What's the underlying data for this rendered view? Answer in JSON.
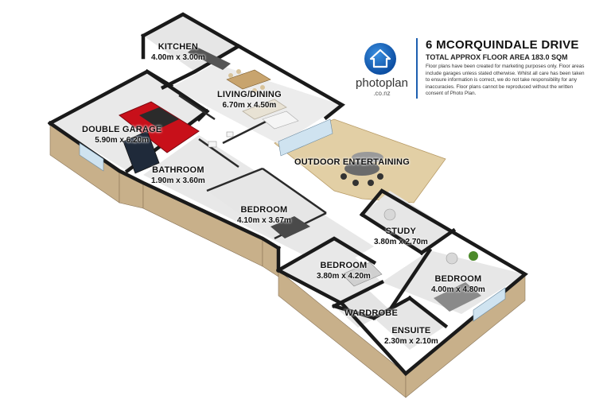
{
  "header": {
    "title": "6 MCORQUINDALE DRIVE",
    "total_area": "TOTAL APPROX FLOOR AREA 183.0 SQM",
    "disclaimer": "Floor plans have been created for marketing purposes only. Floor areas include garages unless stated otherwise. Whilst all care has been taken to ensure information is correct, we do not take responsibility for any inaccuracies. Floor plans cannot be reproduced without the written consent of Photo Plan."
  },
  "logo": {
    "name": "photoplan",
    "domain": ".co.nz",
    "icon": "house-icon"
  },
  "rooms": {
    "kitchen": {
      "name": "KITCHEN",
      "dims": "4.00m x 3.00m"
    },
    "living": {
      "name": "LIVING/DINING",
      "dims": "6.70m x 4.50m"
    },
    "garage": {
      "name": "DOUBLE GARAGE",
      "dims": "5.90m x 6.20m"
    },
    "bathroom": {
      "name": "BATHROOM",
      "dims": "1.90m x 3.60m"
    },
    "outdoor": {
      "name": "OUTDOOR ENTERTAINING"
    },
    "bedroom1": {
      "name": "BEDROOM",
      "dims": "4.10m x 3.67m"
    },
    "study": {
      "name": "STUDY",
      "dims": "3.80m x 2.70m"
    },
    "bedroom2": {
      "name": "BEDROOM",
      "dims": "3.80m x 4.20m"
    },
    "bedroom3": {
      "name": "BEDROOM",
      "dims": "4.00m x 4.80m"
    },
    "wardrobe": {
      "name": "WARDROBE"
    },
    "ensuite": {
      "name": "ENSUITE",
      "dims": "2.30m x 2.10m"
    }
  },
  "colors": {
    "wall_top": "#1a1a1a",
    "wall_face": "#c8b08a",
    "floor": "#e6e6e6",
    "deck": "#e2cfa5",
    "car": "#c8101a",
    "accent": "#1d5fb0"
  }
}
